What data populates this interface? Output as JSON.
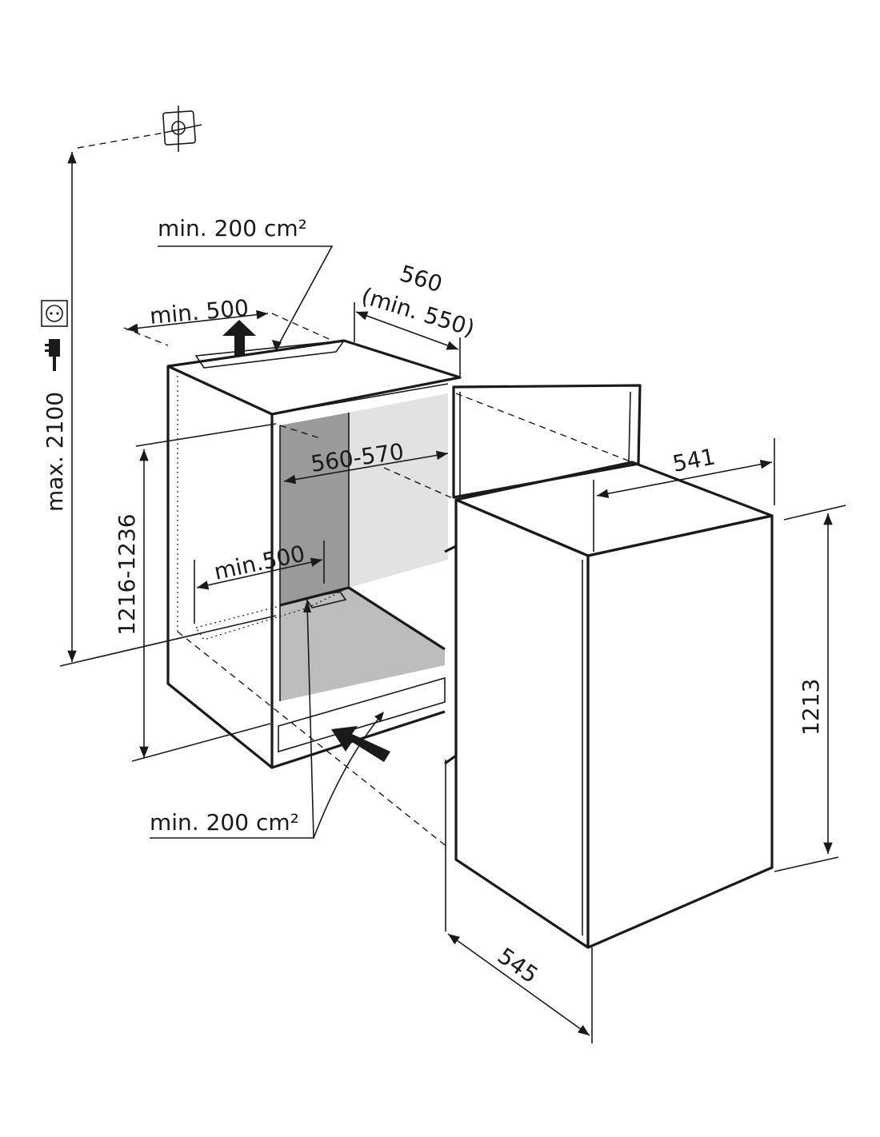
{
  "title": "Built-in refrigerator installation dimensions",
  "units": "mm",
  "colors": {
    "line": "#1a1a1a",
    "inner_dark": "#9a9a9a",
    "inner_mid": "#bdbdbd",
    "inner_light": "#e2e2e2",
    "vent": "#f0f0f0"
  },
  "icons": [
    "wall-outlet-mount-icon",
    "power-socket-icon",
    "power-plug-icon"
  ],
  "dimensions": {
    "max_height": "max. 2100",
    "niche_height": "1216-1236",
    "niche_width": "560-570",
    "niche_depth": "560",
    "niche_depth_min": "(min. 550)",
    "top_vent_width": "min. 500",
    "bottom_vent_width": "min.500",
    "appliance_width": "541",
    "appliance_height": "1213",
    "appliance_depth": "545"
  },
  "ventilation": {
    "top_area": "min. 200 cm²",
    "bottom_area": "min. 200 cm²"
  }
}
